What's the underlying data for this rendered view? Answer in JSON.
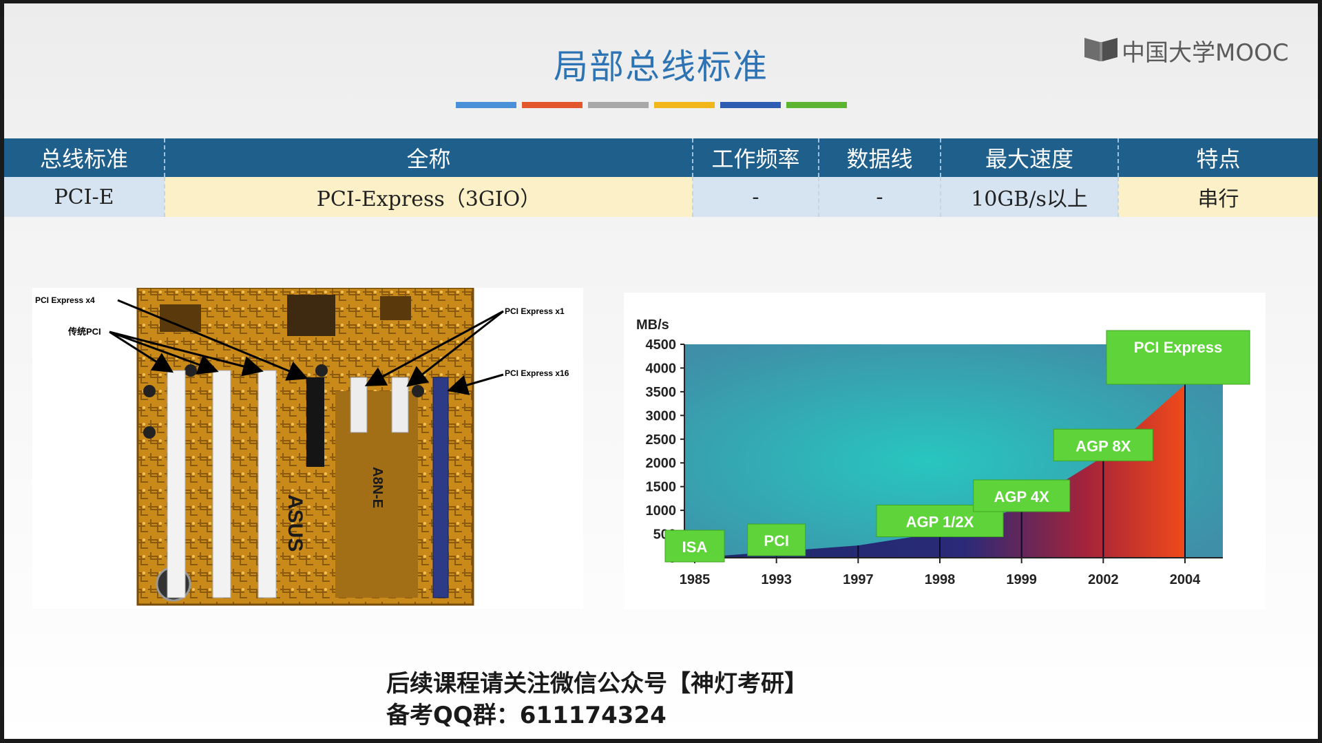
{
  "slide": {
    "title": "局部总线标准",
    "logo_text": "中国大学MOOC",
    "logo_icon": "mooc-book-icon",
    "color_bars": [
      "#4a90d9",
      "#e2572b",
      "#a8a8a8",
      "#f1b61a",
      "#2c5db3",
      "#5cb531"
    ]
  },
  "table": {
    "headers": [
      "总线标准",
      "全称",
      "工作频率",
      "数据线",
      "最大速度",
      "特点"
    ],
    "row": [
      "PCI-E",
      "PCI-Express（3GIO）",
      "-",
      "-",
      "10GB/s以上",
      "串行"
    ]
  },
  "motherboard": {
    "labels": {
      "x4": "PCI Express x4",
      "pci": "传统PCI",
      "x1": "PCI Express x1",
      "x16": "PCI Express x16"
    },
    "brand": "ASUS",
    "model": "A8N-E"
  },
  "chart_data": {
    "type": "area",
    "ylabel": "MB/s",
    "ylim": [
      0,
      4500
    ],
    "yticks": [
      0,
      500,
      1000,
      1500,
      2000,
      2500,
      3000,
      3500,
      4000,
      4500
    ],
    "x": [
      "1985",
      "1993",
      "1997",
      "1998",
      "1999",
      "2002",
      "2004"
    ],
    "values": [
      0,
      130,
      260,
      530,
      1060,
      2130,
      3650
    ],
    "annotations": [
      {
        "label": "ISA",
        "x": "1985"
      },
      {
        "label": "PCI",
        "x": "1993"
      },
      {
        "label": "AGP 1/2X",
        "x": "1998"
      },
      {
        "label": "AGP 4X",
        "x": "1999"
      },
      {
        "label": "AGP 8X",
        "x": "2002"
      },
      {
        "label": "PCI Express",
        "x": "2004"
      }
    ]
  },
  "footer": {
    "line1": "后续课程请关注微信公众号【神灯考研】",
    "line2": "备考QQ群：611174324"
  }
}
